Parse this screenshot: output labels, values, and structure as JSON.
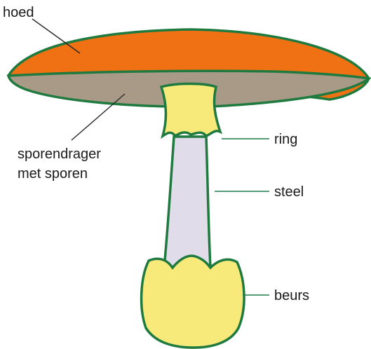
{
  "labels": {
    "cap": "hoed",
    "gills_line1": "sporendrager",
    "gills_line2": "met sporen",
    "ring": "ring",
    "stem": "steel",
    "volva": "beurs"
  },
  "colors": {
    "cap_fill": "#f07014",
    "gills_fill": "#a89a86",
    "ring_fill": "#f7ea7a",
    "stem_fill": "#e0dcea",
    "volva_fill": "#f7ea7a",
    "outline": "#1e7a3e"
  }
}
